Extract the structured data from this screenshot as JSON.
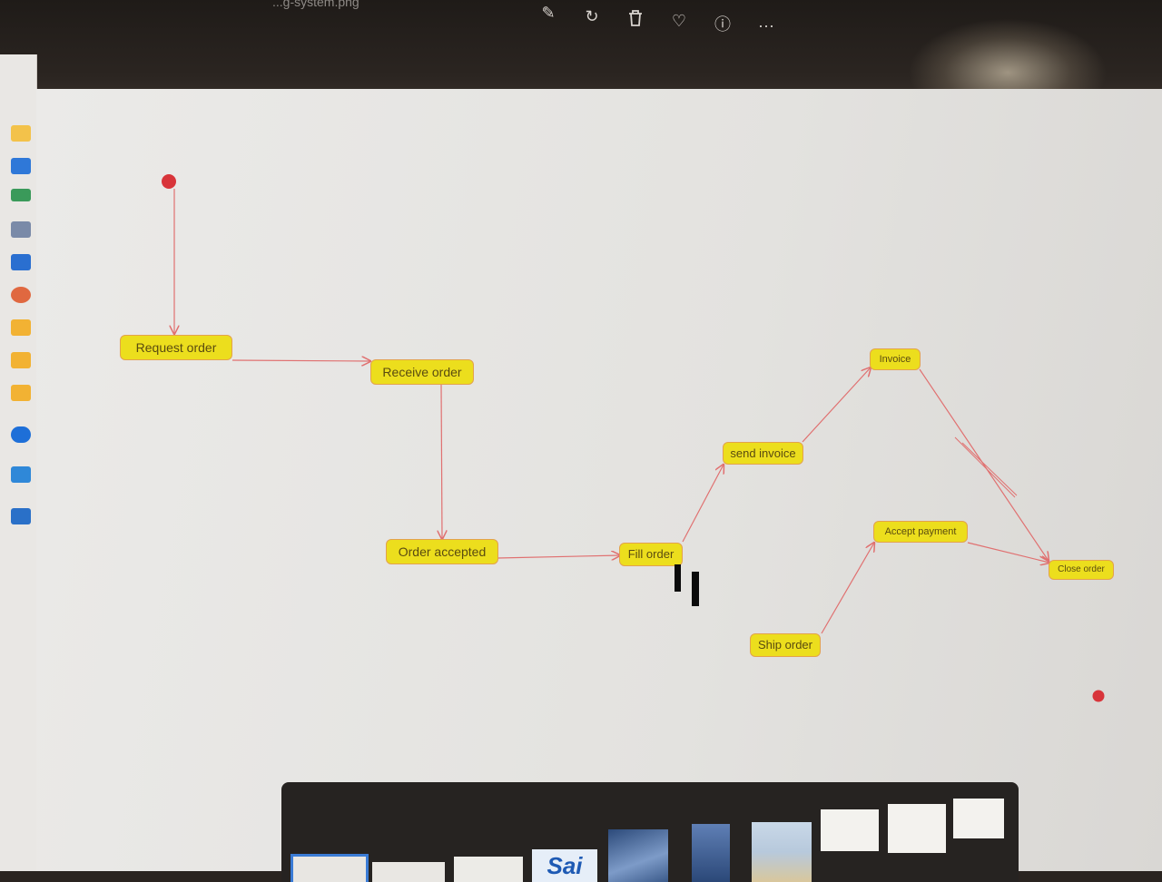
{
  "window": {
    "file_title": "...g-system.png"
  },
  "toolbar": {
    "items": [
      {
        "icon": "edit-image-icon",
        "glyph": "✎"
      },
      {
        "icon": "rotate-icon",
        "glyph": "↻"
      },
      {
        "icon": "delete-icon",
        "glyph": "🗑"
      },
      {
        "icon": "favorite-icon",
        "glyph": "♡"
      },
      {
        "icon": "info-icon",
        "glyph": "ⓘ"
      },
      {
        "icon": "more-icon",
        "glyph": "···"
      }
    ]
  },
  "diagram": {
    "nodes": {
      "request_order": "Request order",
      "receive_order": "Receive order",
      "order_accepted": "Order accepted",
      "fill_order": "Fill order",
      "send_invoice": "send invoice",
      "invoice": "Invoice",
      "accept_payment": "Accept payment",
      "ship_order": "Ship order",
      "close_order": "Close order"
    },
    "colors": {
      "node_fill": "#ecde1d",
      "node_border": "#e3a24c",
      "arrow": "#e07070",
      "start_end": "#d8343a"
    }
  },
  "filmstrip": {
    "thumbnails": [
      {
        "name": "thumbnail-current"
      },
      {
        "name": "thumbnail-diagram-1"
      },
      {
        "name": "thumbnail-diagram-2"
      },
      {
        "name": "thumbnail-sai-logo",
        "text": "Sai"
      },
      {
        "name": "thumbnail-portrait-1"
      },
      {
        "name": "thumbnail-portrait-2"
      },
      {
        "name": "thumbnail-beach"
      },
      {
        "name": "thumbnail-diagram-3"
      },
      {
        "name": "thumbnail-diagram-4"
      },
      {
        "name": "thumbnail-diagram-5"
      }
    ]
  }
}
